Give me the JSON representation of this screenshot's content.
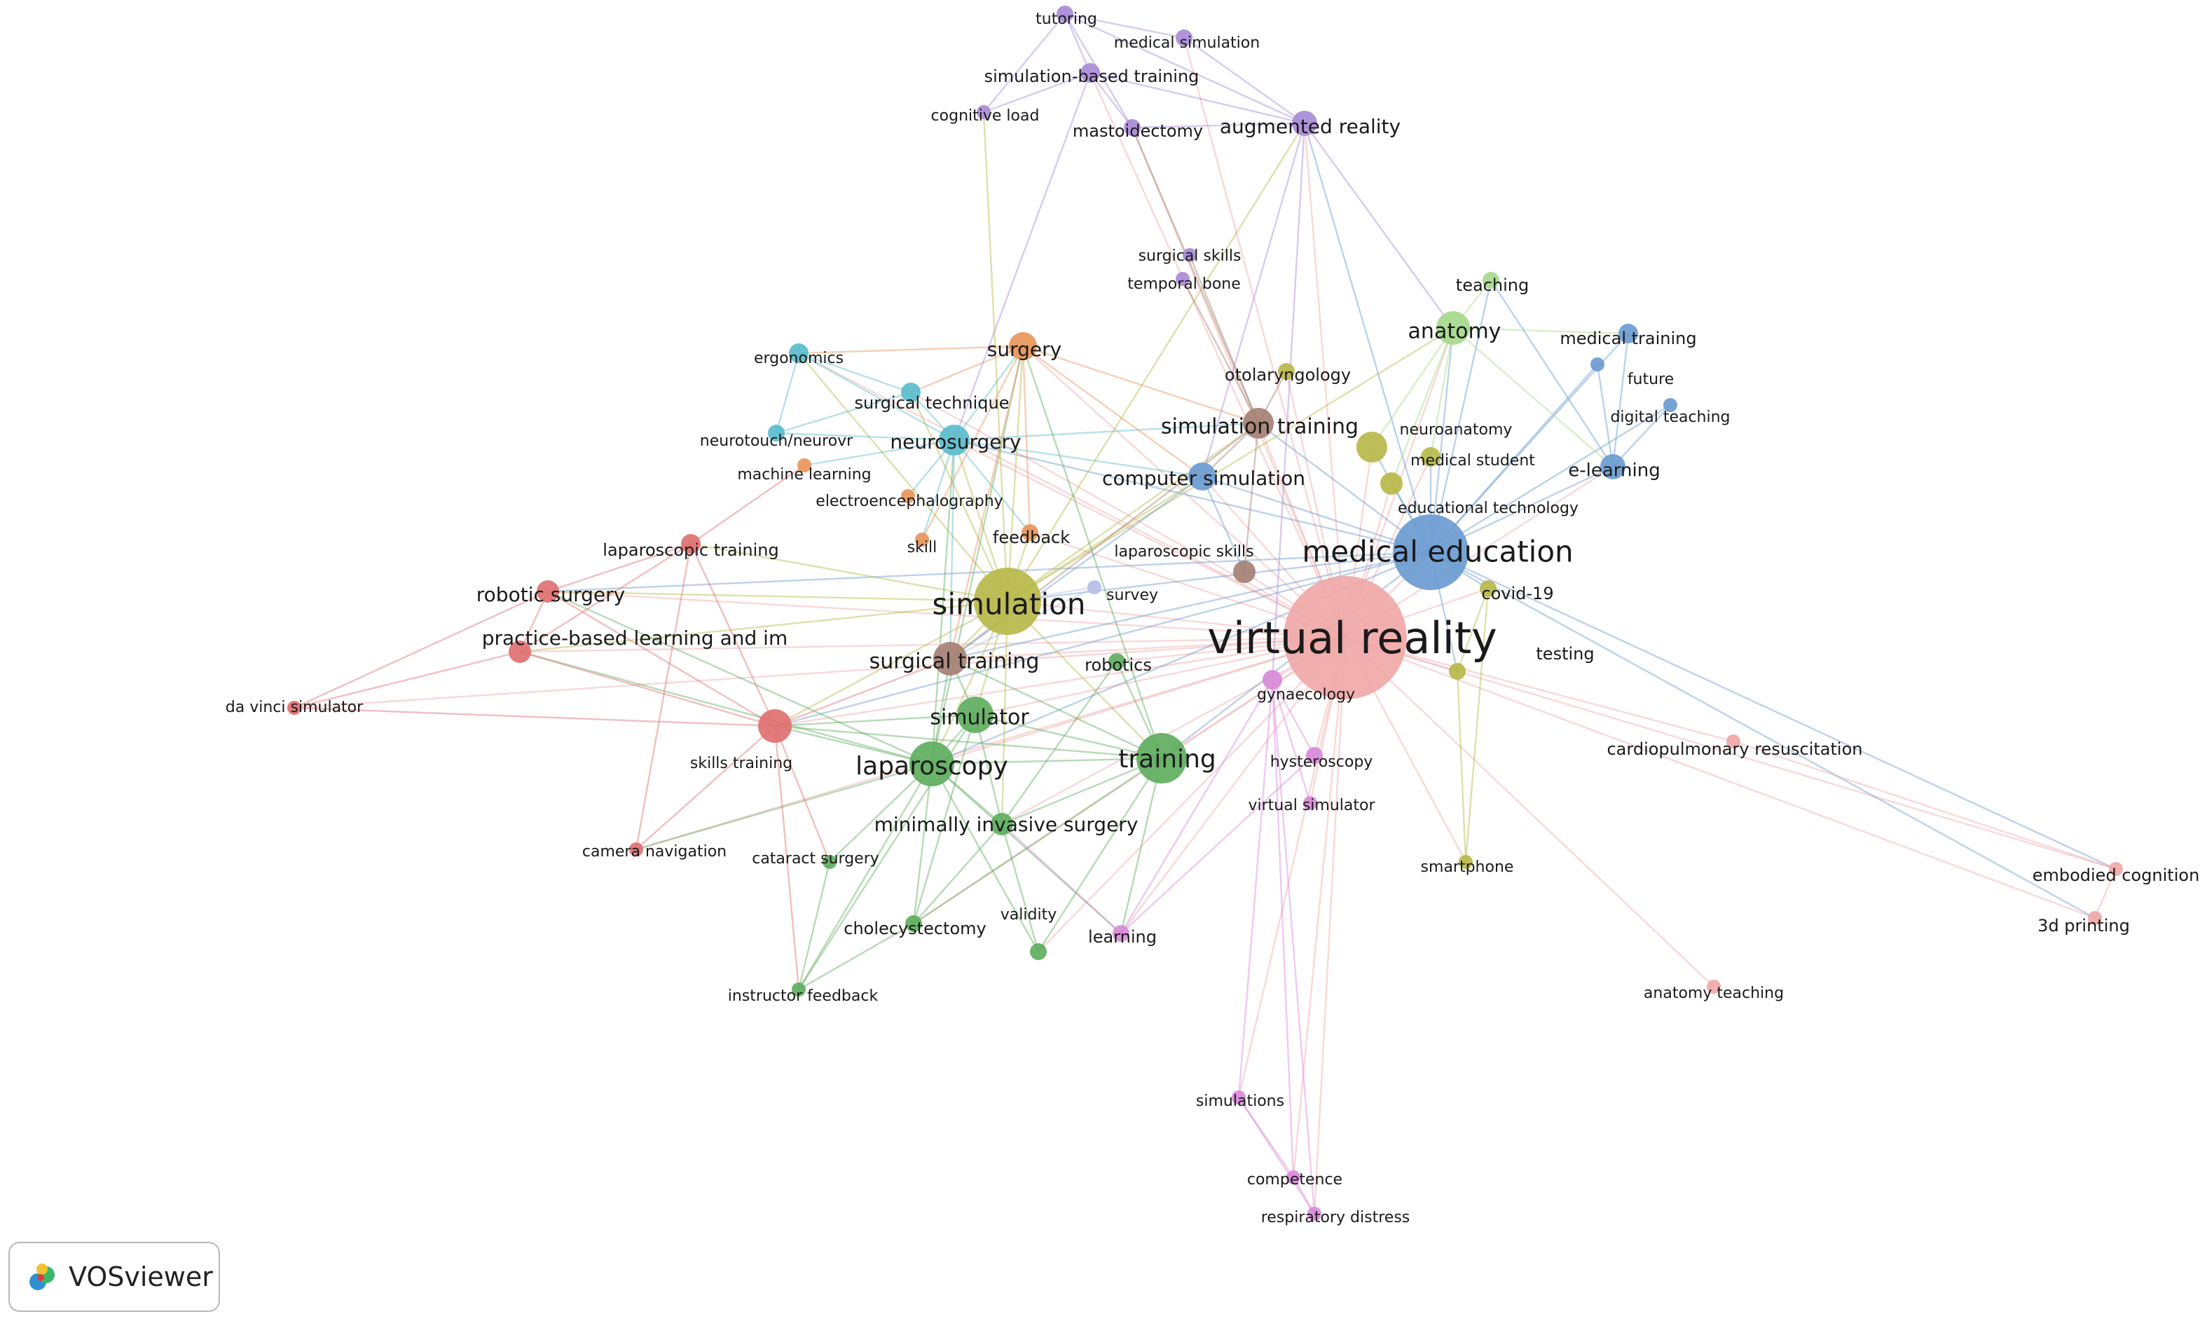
{
  "clusters": {
    "red": "#e07070",
    "green": "#5fae5f",
    "blue": "#6b9bd1",
    "yellow": "#b9b94a",
    "purple": "#a98bd6",
    "teal": "#5bbccc",
    "orange": "#e8955a",
    "brown": "#a58074",
    "pink": "#f0a8a8",
    "magenta": "#d98ad9",
    "lightgreen": "#a6d98c",
    "lavender": "#b5bfe6"
  },
  "nodes": [
    {
      "id": "virtual reality",
      "cluster": "pink",
      "size": 88
    },
    {
      "id": "medical education",
      "cluster": "blue",
      "size": 54
    },
    {
      "id": "simulation",
      "cluster": "yellow",
      "size": 48
    },
    {
      "id": "training",
      "cluster": "green",
      "size": 36
    },
    {
      "id": "laparoscopy",
      "cluster": "green",
      "size": 32
    },
    {
      "id": "simulator",
      "cluster": "green",
      "size": 26
    },
    {
      "id": "surgical training",
      "cluster": "brown",
      "size": 24
    },
    {
      "id": "simulation training",
      "cluster": "brown",
      "size": 22
    },
    {
      "id": "computer simulation",
      "cluster": "blue",
      "size": 20
    },
    {
      "id": "neurosurgery",
      "cluster": "teal",
      "size": 22
    },
    {
      "id": "surgery",
      "cluster": "orange",
      "size": 20
    },
    {
      "id": "anatomy",
      "cluster": "lightgreen",
      "size": 24
    },
    {
      "id": "e-learning",
      "cluster": "blue",
      "size": 18
    },
    {
      "id": "augmented reality",
      "cluster": "purple",
      "size": 18
    },
    {
      "id": "robotic surgery",
      "cluster": "red",
      "size": 16
    },
    {
      "id": "practice-based learning and im",
      "cluster": "red",
      "size": 16
    },
    {
      "id": "skills training",
      "cluster": "red",
      "size": 24
    },
    {
      "id": "laparoscopic training",
      "cluster": "red",
      "size": 14
    },
    {
      "id": "da vinci simulator",
      "cluster": "red",
      "size": 10
    },
    {
      "id": "camera navigation",
      "cluster": "red",
      "size": 10
    },
    {
      "id": "minimally invasive surgery",
      "cluster": "green",
      "size": 16
    },
    {
      "id": "cataract surgery",
      "cluster": "green",
      "size": 10
    },
    {
      "id": "cholecystectomy",
      "cluster": "green",
      "size": 12
    },
    {
      "id": "validity",
      "cluster": "green",
      "size": 12
    },
    {
      "id": "instructor feedback",
      "cluster": "green",
      "size": 10
    },
    {
      "id": "robotics",
      "cluster": "green",
      "size": 12
    },
    {
      "id": "learning",
      "cluster": "magenta",
      "size": 12
    },
    {
      "id": "hysteroscopy",
      "cluster": "magenta",
      "size": 12
    },
    {
      "id": "gynaecology",
      "cluster": "magenta",
      "size": 14
    },
    {
      "id": "virtual simulator",
      "cluster": "magenta",
      "size": 10
    },
    {
      "id": "simulations",
      "cluster": "magenta",
      "size": 10
    },
    {
      "id": "competence",
      "cluster": "magenta",
      "size": 10
    },
    {
      "id": "respiratory distress",
      "cluster": "magenta",
      "size": 10
    },
    {
      "id": "covid-19",
      "cluster": "yellow",
      "size": 12
    },
    {
      "id": "testing",
      "cluster": "yellow",
      "size": 12
    },
    {
      "id": "smartphone",
      "cluster": "yellow",
      "size": 10
    },
    {
      "id": "educational technology",
      "cluster": "yellow",
      "size": 16
    },
    {
      "id": "medical student",
      "cluster": "yellow",
      "size": 14
    },
    {
      "id": "neuroanatomy",
      "cluster": "yellow",
      "size": 22
    },
    {
      "id": "teaching",
      "cluster": "lightgreen",
      "size": 12
    },
    {
      "id": "medical training",
      "cluster": "blue",
      "size": 14
    },
    {
      "id": "future",
      "cluster": "blue",
      "size": 10
    },
    {
      "id": "digital teaching",
      "cluster": "blue",
      "size": 10
    },
    {
      "id": "otolaryngology",
      "cluster": "yellow",
      "size": 12
    },
    {
      "id": "surgical skills",
      "cluster": "purple",
      "size": 10
    },
    {
      "id": "temporal bone",
      "cluster": "purple",
      "size": 10
    },
    {
      "id": "mastoidectomy",
      "cluster": "purple",
      "size": 12
    },
    {
      "id": "tutoring",
      "cluster": "purple",
      "size": 12
    },
    {
      "id": "medical simulation",
      "cluster": "purple",
      "size": 12
    },
    {
      "id": "simulation-based training",
      "cluster": "purple",
      "size": 14
    },
    {
      "id": "cognitive load",
      "cluster": "purple",
      "size": 10
    },
    {
      "id": "ergonomics",
      "cluster": "teal",
      "size": 14
    },
    {
      "id": "surgical technique",
      "cluster": "teal",
      "size": 14
    },
    {
      "id": "neurotouch/neurovr",
      "cluster": "teal",
      "size": 12
    },
    {
      "id": "machine learning",
      "cluster": "orange",
      "size": 10
    },
    {
      "id": "electroencephalography",
      "cluster": "orange",
      "size": 10
    },
    {
      "id": "feedback",
      "cluster": "orange",
      "size": 12
    },
    {
      "id": "skill",
      "cluster": "orange",
      "size": 10
    },
    {
      "id": "laparoscopic skills",
      "cluster": "brown",
      "size": 16
    },
    {
      "id": "survey",
      "cluster": "lavender",
      "size": 10
    },
    {
      "id": "cardiopulmonary resuscitation",
      "cluster": "pink",
      "size": 10
    },
    {
      "id": "embodied cognition",
      "cluster": "pink",
      "size": 10
    },
    {
      "id": "3d printing",
      "cluster": "pink",
      "size": 10
    },
    {
      "id": "anatomy teaching",
      "cluster": "pink",
      "size": 10
    }
  ],
  "edges": [
    [
      "virtual reality",
      "medical education"
    ],
    [
      "virtual reality",
      "simulation"
    ],
    [
      "virtual reality",
      "training"
    ],
    [
      "virtual reality",
      "laparoscopy"
    ],
    [
      "virtual reality",
      "simulator"
    ],
    [
      "virtual reality",
      "surgical training"
    ],
    [
      "virtual reality",
      "simulation training"
    ],
    [
      "virtual reality",
      "computer simulation"
    ],
    [
      "virtual reality",
      "neurosurgery"
    ],
    [
      "virtual reality",
      "surgery"
    ],
    [
      "virtual reality",
      "anatomy"
    ],
    [
      "virtual reality",
      "e-learning"
    ],
    [
      "virtual reality",
      "augmented reality"
    ],
    [
      "virtual reality",
      "robotic surgery"
    ],
    [
      "virtual reality",
      "practice-based learning and im"
    ],
    [
      "virtual reality",
      "skills training"
    ],
    [
      "virtual reality",
      "minimally invasive surgery"
    ],
    [
      "virtual reality",
      "learning"
    ],
    [
      "virtual reality",
      "hysteroscopy"
    ],
    [
      "virtual reality",
      "gynaecology"
    ],
    [
      "virtual reality",
      "simulations"
    ],
    [
      "virtual reality",
      "competence"
    ],
    [
      "virtual reality",
      "respiratory distress"
    ],
    [
      "virtual reality",
      "covid-19"
    ],
    [
      "virtual reality",
      "testing"
    ],
    [
      "virtual reality",
      "smartphone"
    ],
    [
      "virtual reality",
      "cardiopulmonary resuscitation"
    ],
    [
      "virtual reality",
      "embodied cognition"
    ],
    [
      "virtual reality",
      "3d printing"
    ],
    [
      "virtual reality",
      "anatomy teaching"
    ],
    [
      "virtual reality",
      "mastoidectomy"
    ],
    [
      "virtual reality",
      "medical simulation"
    ],
    [
      "virtual reality",
      "simulation-based training"
    ],
    [
      "virtual reality",
      "ergonomics"
    ],
    [
      "virtual reality",
      "surgical technique"
    ],
    [
      "virtual reality",
      "laparoscopic skills"
    ],
    [
      "virtual reality",
      "feedback"
    ],
    [
      "virtual reality",
      "robotics"
    ],
    [
      "virtual reality",
      "validity"
    ],
    [
      "virtual reality",
      "educational technology"
    ],
    [
      "virtual reality",
      "neuroanatomy"
    ],
    [
      "virtual reality",
      "medical student"
    ],
    [
      "virtual reality",
      "otolaryngology"
    ],
    [
      "virtual reality",
      "virtual simulator"
    ],
    [
      "virtual reality",
      "da vinci simulator"
    ],
    [
      "virtual reality",
      "camera navigation"
    ],
    [
      "virtual reality",
      "cholecystectomy"
    ],
    [
      "medical education",
      "simulation"
    ],
    [
      "medical education",
      "e-learning"
    ],
    [
      "medical education",
      "anatomy"
    ],
    [
      "medical education",
      "teaching"
    ],
    [
      "medical education",
      "medical training"
    ],
    [
      "medical education",
      "future"
    ],
    [
      "medical education",
      "digital teaching"
    ],
    [
      "medical education",
      "covid-19"
    ],
    [
      "medical education",
      "augmented reality"
    ],
    [
      "medical education",
      "computer simulation"
    ],
    [
      "medical education",
      "training"
    ],
    [
      "medical education",
      "laparoscopy"
    ],
    [
      "medical education",
      "simulation training"
    ],
    [
      "medical education",
      "educational technology"
    ],
    [
      "medical education",
      "medical student"
    ],
    [
      "medical education",
      "neuroanatomy"
    ],
    [
      "medical education",
      "neurosurgery"
    ],
    [
      "medical education",
      "robotic surgery"
    ],
    [
      "medical education",
      "surgical training"
    ],
    [
      "medical education",
      "testing"
    ],
    [
      "medical education",
      "3d printing"
    ],
    [
      "medical education",
      "embodied cognition"
    ],
    [
      "medical education",
      "skills training"
    ],
    [
      "simulation",
      "training"
    ],
    [
      "simulation",
      "laparoscopy"
    ],
    [
      "simulation",
      "simulator"
    ],
    [
      "simulation",
      "surgical training"
    ],
    [
      "simulation",
      "neurosurgery"
    ],
    [
      "simulation",
      "surgery"
    ],
    [
      "simulation",
      "robotic surgery"
    ],
    [
      "simulation",
      "skills training"
    ],
    [
      "simulation",
      "practice-based learning and im"
    ],
    [
      "simulation",
      "laparoscopic training"
    ],
    [
      "simulation",
      "minimally invasive surgery"
    ],
    [
      "simulation",
      "simulation training"
    ],
    [
      "simulation",
      "computer simulation"
    ],
    [
      "simulation",
      "anatomy"
    ],
    [
      "simulation",
      "feedback"
    ],
    [
      "simulation",
      "augmented reality"
    ],
    [
      "simulation",
      "cognitive load"
    ],
    [
      "simulation",
      "ergonomics"
    ],
    [
      "simulation",
      "surgical technique"
    ],
    [
      "training",
      "laparoscopy"
    ],
    [
      "training",
      "simulator"
    ],
    [
      "training",
      "minimally invasive surgery"
    ],
    [
      "training",
      "robotics"
    ],
    [
      "training",
      "validity"
    ],
    [
      "training",
      "learning"
    ],
    [
      "training",
      "skills training"
    ],
    [
      "training",
      "surgical training"
    ],
    [
      "training",
      "cholecystectomy"
    ],
    [
      "training",
      "surgery"
    ],
    [
      "laparoscopy",
      "simulator"
    ],
    [
      "laparoscopy",
      "minimally invasive surgery"
    ],
    [
      "laparoscopy",
      "cholecystectomy"
    ],
    [
      "laparoscopy",
      "cataract surgery"
    ],
    [
      "laparoscopy",
      "instructor feedback"
    ],
    [
      "laparoscopy",
      "validity"
    ],
    [
      "laparoscopy",
      "skills training"
    ],
    [
      "laparoscopy",
      "surgical training"
    ],
    [
      "laparoscopy",
      "robotic surgery"
    ],
    [
      "laparoscopy",
      "practice-based learning and im"
    ],
    [
      "laparoscopy",
      "camera navigation"
    ],
    [
      "laparoscopy",
      "surgery"
    ],
    [
      "laparoscopy",
      "neurosurgery"
    ],
    [
      "laparoscopy",
      "learning"
    ],
    [
      "simulator",
      "surgical training"
    ],
    [
      "simulator",
      "minimally invasive surgery"
    ],
    [
      "simulator",
      "skills training"
    ],
    [
      "simulator",
      "cholecystectomy"
    ],
    [
      "simulator",
      "instructor feedback"
    ],
    [
      "skills training",
      "robotic surgery"
    ],
    [
      "skills training",
      "practice-based learning and im"
    ],
    [
      "skills training",
      "laparoscopic training"
    ],
    [
      "skills training",
      "da vinci simulator"
    ],
    [
      "skills training",
      "camera navigation"
    ],
    [
      "skills training",
      "surgical training"
    ],
    [
      "skills training",
      "cataract surgery"
    ],
    [
      "skills training",
      "instructor feedback"
    ],
    [
      "robotic surgery",
      "practice-based learning and im"
    ],
    [
      "robotic surgery",
      "laparoscopic training"
    ],
    [
      "robotic surgery",
      "da vinci simulator"
    ],
    [
      "practice-based learning and im",
      "da vinci simulator"
    ],
    [
      "practice-based learning and im",
      "laparoscopic training"
    ],
    [
      "neurosurgery",
      "ergonomics"
    ],
    [
      "neurosurgery",
      "surgical technique"
    ],
    [
      "neurosurgery",
      "neurotouch/neurovr"
    ],
    [
      "neurosurgery",
      "surgery"
    ],
    [
      "neurosurgery",
      "machine learning"
    ],
    [
      "neurosurgery",
      "electroencephalography"
    ],
    [
      "neurosurgery",
      "computer simulation"
    ],
    [
      "neurosurgery",
      "simulation training"
    ],
    [
      "neurosurgery",
      "surgical training"
    ],
    [
      "neurosurgery",
      "skill"
    ],
    [
      "neurosurgery",
      "feedback"
    ],
    [
      "surgery",
      "surgical technique"
    ],
    [
      "surgery",
      "ergonomics"
    ],
    [
      "surgery",
      "simulation training"
    ],
    [
      "surgery",
      "computer simulation"
    ],
    [
      "surgery",
      "surgical training"
    ],
    [
      "surgery",
      "feedback"
    ],
    [
      "surgery",
      "skill"
    ],
    [
      "simulation training",
      "mastoidectomy"
    ],
    [
      "simulation training",
      "surgical skills"
    ],
    [
      "simulation training",
      "temporal bone"
    ],
    [
      "simulation training",
      "otolaryngology"
    ],
    [
      "simulation training",
      "computer simulation"
    ],
    [
      "simulation training",
      "laparoscopic skills"
    ],
    [
      "simulation training",
      "surgical training"
    ],
    [
      "computer simulation",
      "laparoscopic skills"
    ],
    [
      "computer simulation",
      "surgical training"
    ],
    [
      "anatomy",
      "teaching"
    ],
    [
      "anatomy",
      "neuroanatomy"
    ],
    [
      "anatomy",
      "medical student"
    ],
    [
      "anatomy",
      "educational technology"
    ],
    [
      "anatomy",
      "e-learning"
    ],
    [
      "anatomy",
      "medical training"
    ],
    [
      "e-learning",
      "medical training"
    ],
    [
      "e-learning",
      "future"
    ],
    [
      "e-learning",
      "digital teaching"
    ],
    [
      "e-learning",
      "teaching"
    ],
    [
      "augmented reality",
      "medical simulation"
    ],
    [
      "augmented reality",
      "tutoring"
    ],
    [
      "augmented reality",
      "simulation-based training"
    ],
    [
      "augmented reality",
      "mastoidectomy"
    ],
    [
      "augmented reality",
      "computer simulation"
    ],
    [
      "augmented reality",
      "anatomy"
    ],
    [
      "augmented reality",
      "gynaecology"
    ],
    [
      "tutoring",
      "simulation-based training"
    ],
    [
      "tutoring",
      "medical simulation"
    ],
    [
      "tutoring",
      "cognitive load"
    ],
    [
      "tutoring",
      "mastoidectomy"
    ],
    [
      "simulation-based training",
      "mastoidectomy"
    ],
    [
      "simulation-based training",
      "cognitive load"
    ],
    [
      "simulation-based training",
      "neurosurgery"
    ],
    [
      "learning",
      "gynaecology"
    ],
    [
      "learning",
      "hysteroscopy"
    ],
    [
      "learning",
      "minimally invasive surgery"
    ],
    [
      "gynaecology",
      "hysteroscopy"
    ],
    [
      "gynaecology",
      "virtual simulator"
    ],
    [
      "gynaecology",
      "simulations"
    ],
    [
      "gynaecology",
      "competence"
    ],
    [
      "gynaecology",
      "respiratory distress"
    ],
    [
      "simulations",
      "competence"
    ],
    [
      "simulations",
      "respiratory distress"
    ],
    [
      "competence",
      "respiratory distress"
    ],
    [
      "covid-19",
      "testing"
    ],
    [
      "covid-19",
      "smartphone"
    ],
    [
      "testing",
      "smartphone"
    ],
    [
      "cardiopulmonary resuscitation",
      "embodied cognition"
    ],
    [
      "embodied cognition",
      "3d printing"
    ],
    [
      "ergonomics",
      "surgical technique"
    ],
    [
      "ergonomics",
      "neurotouch/neurovr"
    ],
    [
      "surgical technique",
      "neurotouch/neurovr"
    ],
    [
      "minimally invasive surgery",
      "cholecystectomy"
    ],
    [
      "minimally invasive surgery",
      "validity"
    ],
    [
      "minimally invasive surgery",
      "robotics"
    ],
    [
      "cholecystectomy",
      "instructor feedback"
    ],
    [
      "cataract surgery",
      "instructor feedback"
    ],
    [
      "survey",
      "surgical training"
    ],
    [
      "survey",
      "simulation"
    ],
    [
      "laparoscopic training",
      "camera navigation"
    ],
    [
      "laparoscopic training",
      "machine learning"
    ]
  ],
  "logo": {
    "label": "VOSviewer"
  }
}
